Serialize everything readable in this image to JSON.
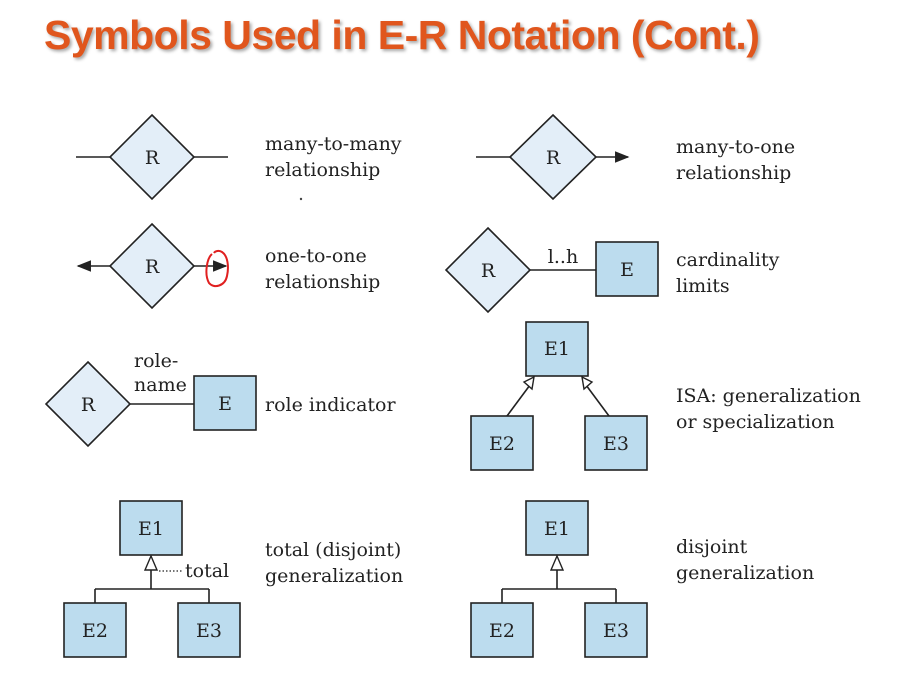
{
  "slide": {
    "title": "Symbols Used in E-R Notation (Cont.)"
  },
  "colors": {
    "title": "#e0561d",
    "entity_fill": "#bcdcee",
    "diamond_fill": "#e3eef8",
    "stroke": "#222222",
    "annotation": "#e02020"
  },
  "symbols": {
    "many_to_many": {
      "relationship": "R",
      "caption": [
        "many-to-many",
        "relationship"
      ]
    },
    "many_to_one": {
      "relationship": "R",
      "caption": [
        "many-to-one",
        "relationship"
      ]
    },
    "one_to_one": {
      "relationship": "R",
      "caption": [
        "one-to-one",
        "relationship"
      ]
    },
    "cardinality": {
      "relationship": "R",
      "entity": "E",
      "limit": "l..h",
      "caption": [
        "cardinality",
        "limits"
      ]
    },
    "role_indicator": {
      "relationship": "R",
      "entity": "E",
      "role": [
        "role-",
        "name"
      ],
      "caption": [
        "role indicator"
      ]
    },
    "isa": {
      "parent": "E1",
      "children": [
        "E2",
        "E3"
      ],
      "caption": [
        "ISA: generalization",
        "or specialization"
      ]
    },
    "total_disjoint": {
      "parent": "E1",
      "children": [
        "E2",
        "E3"
      ],
      "tag": "total",
      "caption": [
        "total (disjoint)",
        "generalization"
      ]
    },
    "disjoint": {
      "parent": "E1",
      "children": [
        "E2",
        "E3"
      ],
      "caption": [
        "disjoint",
        "generalization"
      ]
    }
  }
}
